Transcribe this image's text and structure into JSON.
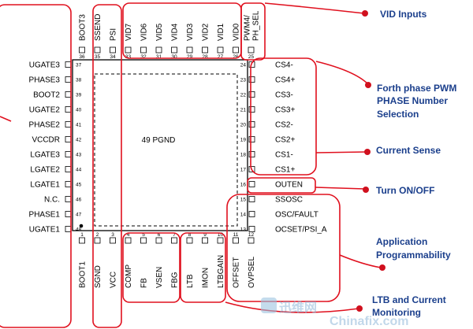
{
  "center_label": "49  PGND",
  "pins_left": [
    {
      "num": "37",
      "name": "UGATE3"
    },
    {
      "num": "38",
      "name": "PHASE3"
    },
    {
      "num": "39",
      "name": "BOOT2"
    },
    {
      "num": "40",
      "name": "UGATE2"
    },
    {
      "num": "41",
      "name": "PHASE2"
    },
    {
      "num": "42",
      "name": "VCCDR"
    },
    {
      "num": "43",
      "name": "LGATE3"
    },
    {
      "num": "44",
      "name": "LGATE2"
    },
    {
      "num": "45",
      "name": "LGATE1"
    },
    {
      "num": "46",
      "name": "N.C."
    },
    {
      "num": "47",
      "name": "PHASE1"
    },
    {
      "num": "48",
      "name": "UGATE1"
    }
  ],
  "pins_right": [
    {
      "num": "24",
      "name": "CS4-"
    },
    {
      "num": "23",
      "name": "CS4+"
    },
    {
      "num": "22",
      "name": "CS3-"
    },
    {
      "num": "21",
      "name": "CS3+"
    },
    {
      "num": "20",
      "name": "CS2-"
    },
    {
      "num": "19",
      "name": "CS2+"
    },
    {
      "num": "18",
      "name": "CS1-"
    },
    {
      "num": "17",
      "name": "CS1+"
    },
    {
      "num": "16",
      "name": "OUTEN"
    },
    {
      "num": "15",
      "name": "SSOSC"
    },
    {
      "num": "14",
      "name": "OSC/FAULT"
    },
    {
      "num": "13",
      "name": "OCSET/PSI_A"
    }
  ],
  "pins_top": [
    {
      "num": "36",
      "name": "BOOT3"
    },
    {
      "num": "35",
      "name": "SSEND"
    },
    {
      "num": "34",
      "name": "PSI"
    },
    {
      "num": "33",
      "name": "VID7"
    },
    {
      "num": "32",
      "name": "VID6"
    },
    {
      "num": "31",
      "name": "VID5"
    },
    {
      "num": "30",
      "name": "VID4"
    },
    {
      "num": "29",
      "name": "VID3"
    },
    {
      "num": "28",
      "name": "VID2"
    },
    {
      "num": "27",
      "name": "VID1"
    },
    {
      "num": "26",
      "name": "VID0"
    },
    {
      "num": "25",
      "name": "PWM4/\nPH_SEL"
    }
  ],
  "pins_bottom": [
    {
      "num": "1",
      "name": "BOOT1"
    },
    {
      "num": "2",
      "name": "SGND"
    },
    {
      "num": "3",
      "name": "VCC"
    },
    {
      "num": "4",
      "name": "COMP"
    },
    {
      "num": "5",
      "name": "FB"
    },
    {
      "num": "6",
      "name": "VSEN"
    },
    {
      "num": "7",
      "name": "FBG"
    },
    {
      "num": "8",
      "name": "LTB"
    },
    {
      "num": "9",
      "name": "IMON"
    },
    {
      "num": "10",
      "name": "LTBGAIN"
    },
    {
      "num": "11",
      "name": "OFFSET"
    },
    {
      "num": "12",
      "name": "OVPSEL"
    }
  ],
  "callouts": {
    "vid_inputs": "VID Inputs",
    "phase_pwm": [
      "Forth phase PWM",
      "PHASE Number",
      "Selection"
    ],
    "current_sense": "Current Sense",
    "turn_on_off": "Turn ON/OFF",
    "application": [
      "Application",
      "Programmability"
    ],
    "ltb_monitoring": [
      "LTB and Current",
      "Monitoring"
    ]
  },
  "watermark": {
    "text_cn": "迅维网",
    "text_en": "Chinafix.com"
  },
  "colors": {
    "highlight": "#e0101e",
    "callout_text": "#1b3f8c",
    "outline": "#000000",
    "dot": "#d0101e"
  }
}
